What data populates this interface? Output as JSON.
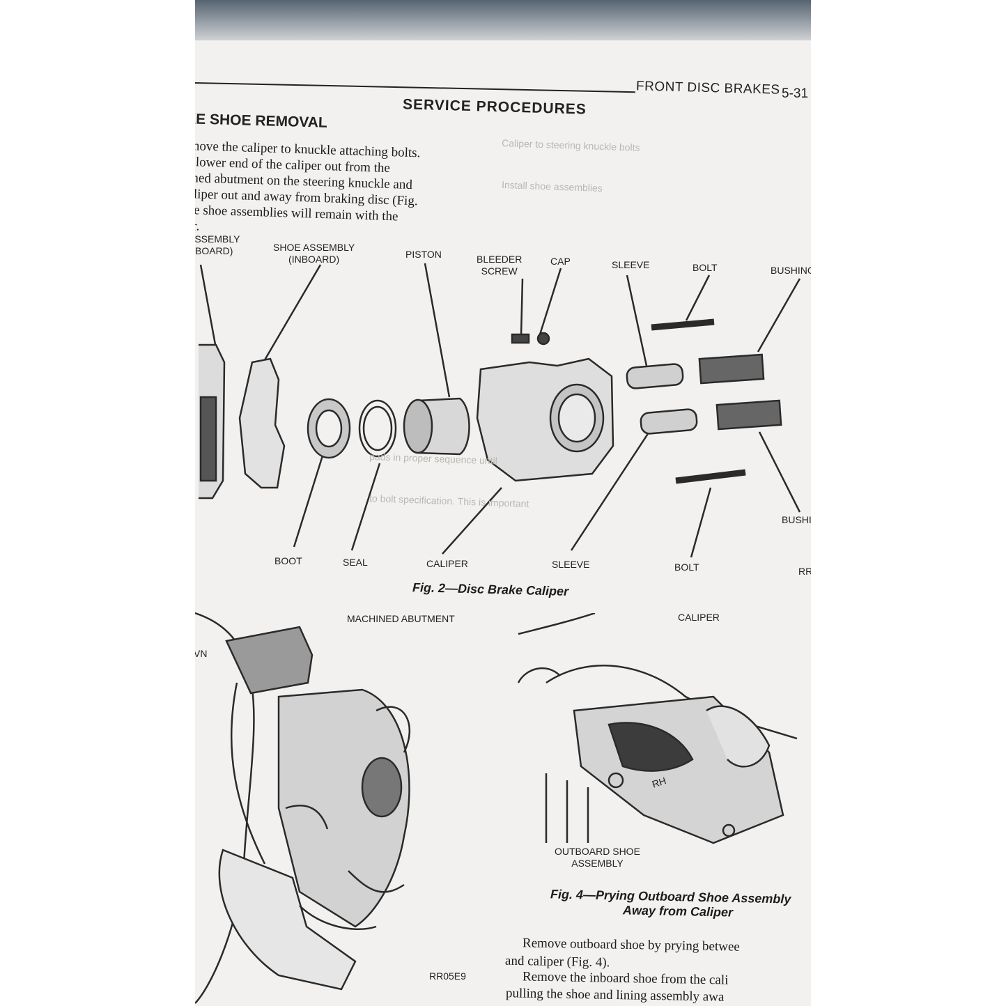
{
  "header": {
    "section": "FRONT DISC BRAKES",
    "page_number": "5-31"
  },
  "section_title": "SERVICE PROCEDURES",
  "subsection_title": "KE SHOE REMOVAL",
  "intro_lines": [
    "move the caliper to knuckle attaching bolts.",
    "l lower end of the caliper out from the",
    "ined abutment on the steering knuckle and",
    "aliper out and away from braking disc (Fig.",
    "ne shoe assemblies will remain with the",
    "er."
  ],
  "fig2": {
    "labels": {
      "shoe_outboard": "ASSEMBLY\nBOARD)",
      "shoe_inboard": "SHOE ASSEMBLY\n(INBOARD)",
      "piston": "PISTON",
      "bleeder": "BLEEDER\nSCREW",
      "cap": "CAP",
      "sleeve_top": "SLEEVE",
      "bolt_top": "BOLT",
      "bushing_top": "BUSHING",
      "bushing_bottom": "BUSHI",
      "boot": "BOOT",
      "seal": "SEAL",
      "caliper": "CALIPER",
      "sleeve_bottom": "SLEEVE",
      "bolt_bottom": "BOLT",
      "rr": "RR"
    },
    "caption": "Fig. 2—Disc Brake Caliper"
  },
  "fig3": {
    "labels": {
      "machined_abutment": "MACHINED ABUTMENT",
      "partial": "VN"
    },
    "code": "RR05E9"
  },
  "fig4": {
    "labels": {
      "caliper": "CALIPER",
      "outboard": "OUTBOARD SHOE\nASSEMBLY",
      "rh": "RH"
    },
    "caption_line1": "Fig. 4—Prying Outboard Shoe Assembly",
    "caption_line2": "Away from Caliper"
  },
  "bottom_lines": [
    "Remove outboard shoe by prying betwee",
    "and caliper (Fig. 4).",
    "Remove the inboard shoe from the cali",
    "pulling the shoe and lining assembly awa"
  ]
}
